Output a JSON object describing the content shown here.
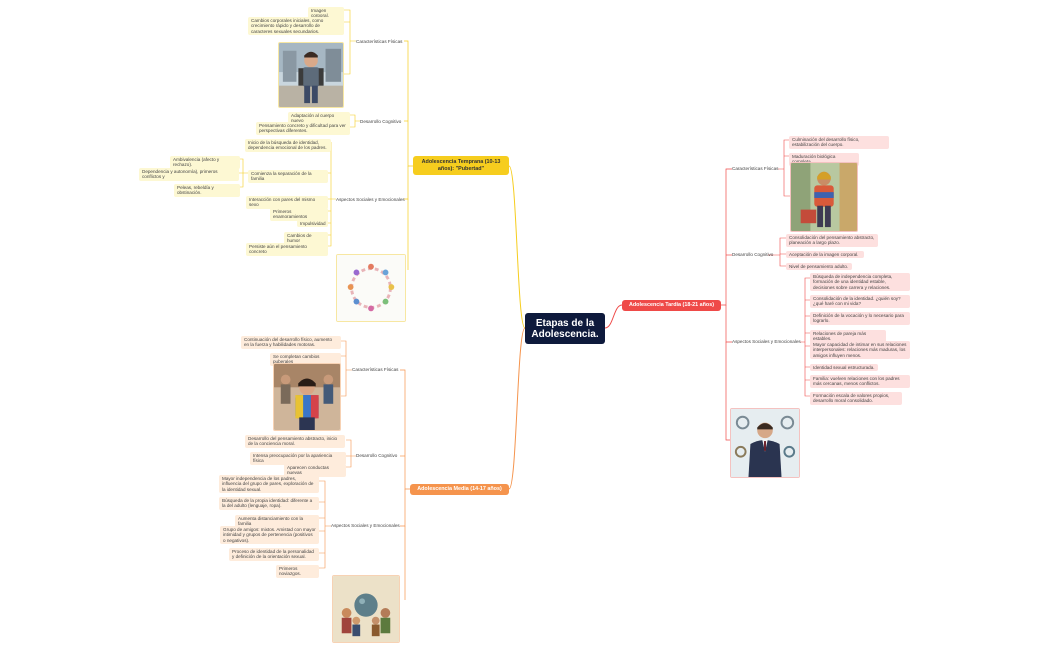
{
  "root": {
    "title": "Etapas de la Adolescencia."
  },
  "branches": {
    "temprana": {
      "label": "Adolescencia Temprana (10-13 años): \"Pubertad\"",
      "fisicas": {
        "label": "Características Físicas",
        "items": [
          "Imagen corporal.",
          "Cambios corporales iniciales, como crecimiento rápido y desarrollo de caracteres sexuales secundarios."
        ]
      },
      "cognitivo": {
        "label": "Desarrollo Cognitivo",
        "items": [
          "Adaptación al cuerpo nuevo",
          "Pensamiento concreto y dificultad para ver perspectivas diferentes."
        ]
      },
      "social": {
        "label": "Aspectos Sociales y Emocionales",
        "items": [
          "Inicio de la búsqueda de identidad, dependencia emocional de los padres.",
          "Comienza la separación de la familia",
          "Interacción con pares del mismo sexo",
          "Primeros enamoramientos",
          "Impulsividad",
          "Cambios de humor",
          "Persiste aún el pensamiento concreto"
        ],
        "separacion": [
          "Ambivalencia (afecto y rechazo).",
          "Dependencia y autonomía), primeros conflictos y",
          "Peleas, rebeldía y obstinación."
        ]
      }
    },
    "media": {
      "label": "Adolescencia Media (14-17 años)",
      "fisicas": {
        "label": "Características Físicas",
        "items": [
          "Continuación del desarrollo físico, aumento en la fuerza y habilidades motoras.",
          "Se completan cambios puberales"
        ]
      },
      "cognitivo": {
        "label": "Desarrollo Cognitivo",
        "items": [
          "Desarrollo del pensamiento abstracto, inicio de la conciencia moral.",
          "Intensa preocupación por la apariencia física",
          "Aparecen conductas nuevas"
        ]
      },
      "social": {
        "label": "Aspectos Sociales y Emocionales",
        "items": [
          "Mayor independencia de los padres, influencia del grupo de pares, exploración de la identidad sexual.",
          "Búsqueda de la propia identidad: diferente a la del adulto (lenguaje, ropa).",
          "Aumenta distanciamiento con la familia",
          "Grupo de amigos: mixtos. Amistad con mayor intimidad y grupos de pertenencia (positivos o negativos).",
          "Proceso de identidad de la personalidad y definición de la orientación sexual.",
          "Primeros noviazgos."
        ]
      }
    },
    "tardia": {
      "label": "Adolescencia Tardía (18-21 años)",
      "fisicas": {
        "label": "Características Físicas",
        "items": [
          "Culminación del desarrollo físico, estabilización del cuerpo.",
          "Maduración biológica completa."
        ]
      },
      "cognitivo": {
        "label": "Desarrollo Cognitivo",
        "items": [
          "Consolidación del pensamiento abstracto, planeación a largo plazo.",
          "Aceptación de la imagen corporal.",
          "Nivel de pensamiento adulto."
        ]
      },
      "social": {
        "label": "Aspectos Sociales y Emocionales",
        "items": [
          "Búsqueda de independencia completa, formación de una identidad estable, decisiones sobre carrera y relaciones.",
          "Consolidación de la identidad. ¿quién soy? ¿qué haré con mi vida?",
          "Definición de la vocación y lo necesario para lograrlo.",
          "Relaciones de pareja más estables.",
          "Mayor capacidad de intimar en sus relaciones interpersonales: relaciones más maduras, los amigos influyen menos.",
          "Identidad sexual estructurada.",
          "Familia: vuelven relaciones con los padres más cercanas, menos conflictos.",
          "Formación escala de valores propios, desarrollo moral consolidado."
        ]
      }
    }
  },
  "colors": {
    "temprana": "#f6cd1e",
    "media": "#f5944d",
    "tardia": "#ef4a48",
    "root": "#0e1a3c"
  }
}
